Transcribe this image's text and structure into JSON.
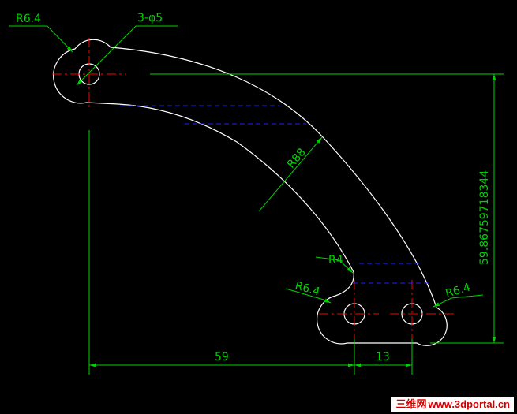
{
  "colors": {
    "background": "#000000",
    "outline": "#ffffff",
    "dimension": "#00d200",
    "centerline": "#ff0000",
    "hidden": "#2020ff"
  },
  "labels": {
    "r_top_left": "R6.4",
    "holes": "3-φ5",
    "arc_radius": "R88",
    "r_inner": "R4",
    "r_bottom_left": "R6.4",
    "r_bottom_right": "R6.4",
    "vertical_dim": "59.86759718344",
    "horizontal_59": "59",
    "horizontal_13": "13"
  },
  "watermark": {
    "cn": "三维网",
    "url": "www.3dportal.cn"
  }
}
